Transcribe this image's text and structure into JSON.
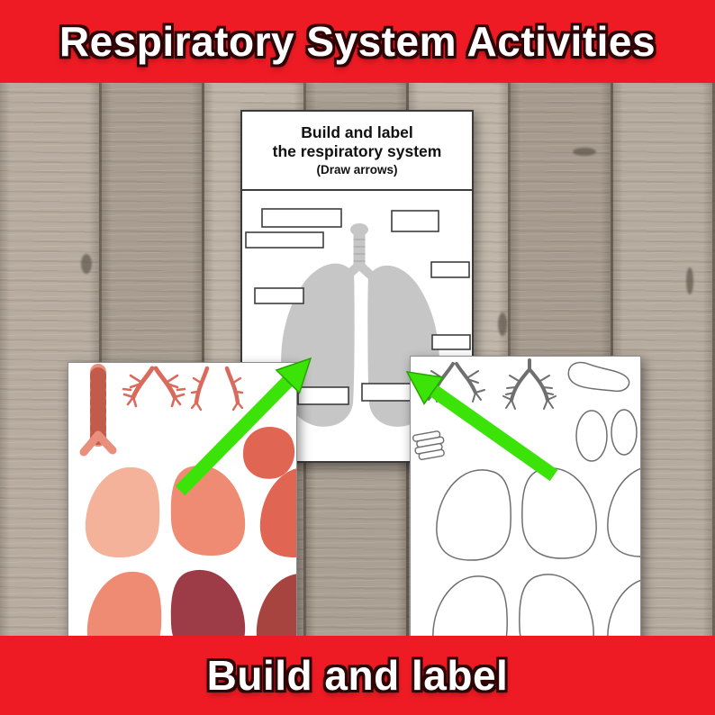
{
  "banners": {
    "top": "Respiratory System Activities",
    "bottom": "Build and label"
  },
  "center_sheet": {
    "title_line1": "Build and label",
    "title_line2": "the respiratory system",
    "subtitle": "(Draw arrows)"
  },
  "colors": {
    "banner_red": "#ee1b24",
    "arrow_green": "#3be309",
    "arrow_green_edge": "#27a300",
    "lung_gray": "#c6c6c6",
    "peach": "#f4b29a",
    "salmon": "#ee8b72",
    "coral": "#e06553",
    "maroon": "#9d3b46",
    "dark_red": "#a8443f",
    "trachea_salmon": "#e8907c",
    "trachea_stripe": "#c25b4c",
    "branch_red": "#d96a5c",
    "outline_gray": "#6f6f6f"
  },
  "icons": {
    "arrow_left": "green-arrow-pointing-up-right",
    "arrow_right": "green-arrow-pointing-up-left"
  }
}
